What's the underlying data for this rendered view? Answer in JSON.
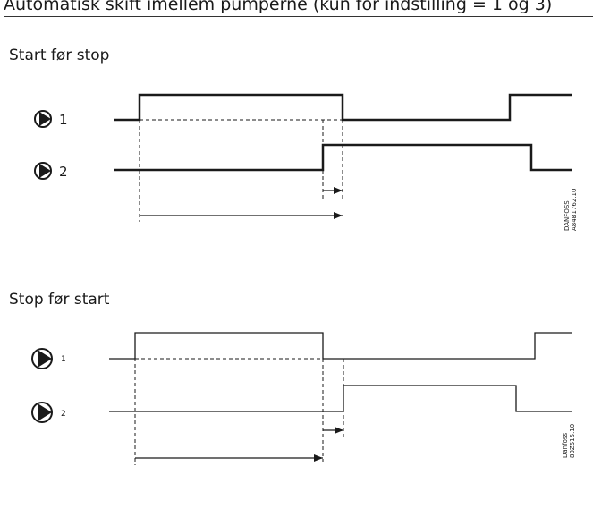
{
  "heading": "Automatisk skift imellem pumperne (kun for indstilling = 1 og 3)",
  "section1": {
    "title": "Start før stop",
    "pump1_label": "1",
    "pump2_label": "2",
    "code_line1": "DANFOSS",
    "code_line2": "A84B1762.10"
  },
  "section2": {
    "title": "Stop før start",
    "pump1_label": "1",
    "pump2_label": "2",
    "code_line1": "Danfoss",
    "code_line2": "80Z515.10"
  },
  "colors": {
    "line": "#1a1a1a",
    "frame": "#333333"
  }
}
